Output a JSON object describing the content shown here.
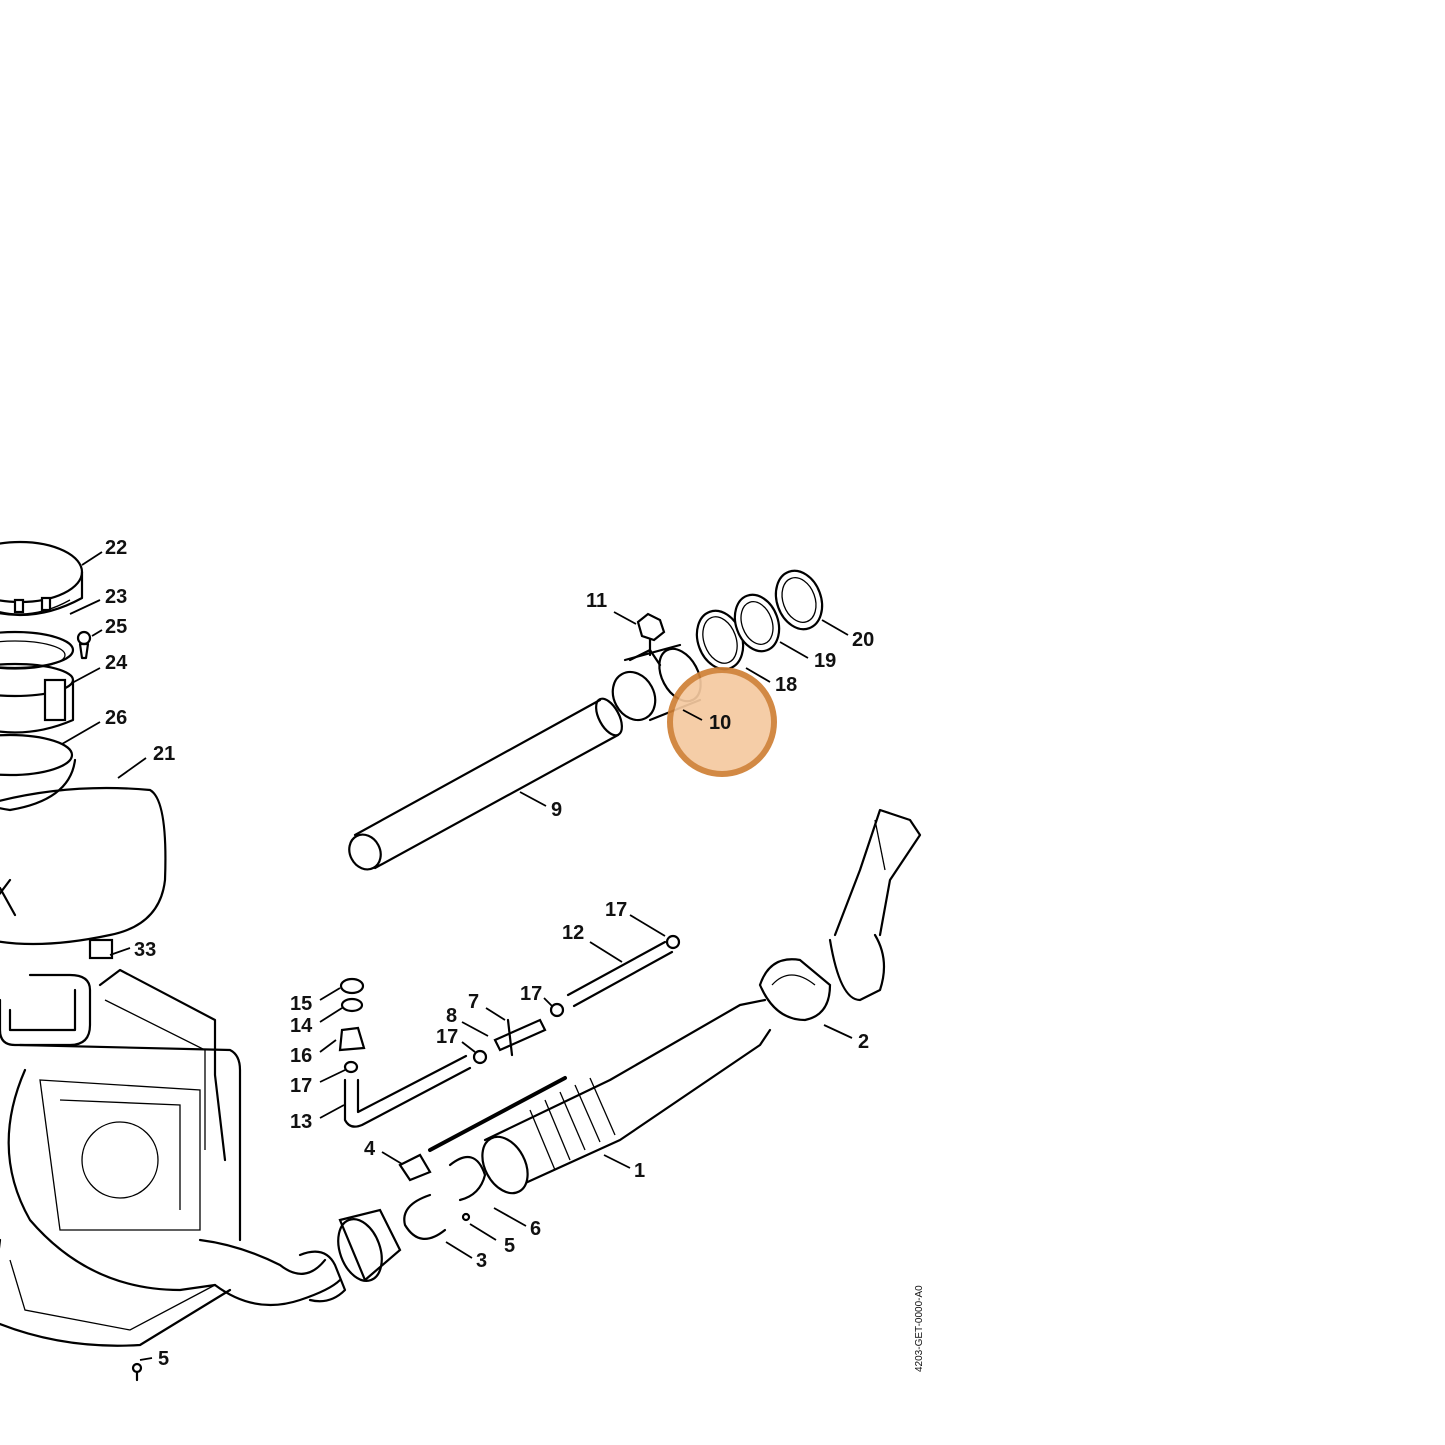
{
  "diagram": {
    "drawing_code": "4203-GET-0000-A0",
    "highlight": {
      "label": "10",
      "color": "#cf7f35",
      "fill": "#f5c9a0"
    },
    "callouts": [
      "22",
      "23",
      "25",
      "24",
      "26",
      "21",
      "33",
      "11",
      "20",
      "19",
      "18",
      "10",
      "9",
      "17",
      "12",
      "17",
      "7",
      "8",
      "17",
      "15",
      "14",
      "16",
      "17",
      "13",
      "4",
      "2",
      "1",
      "6",
      "5",
      "3",
      "5"
    ]
  }
}
